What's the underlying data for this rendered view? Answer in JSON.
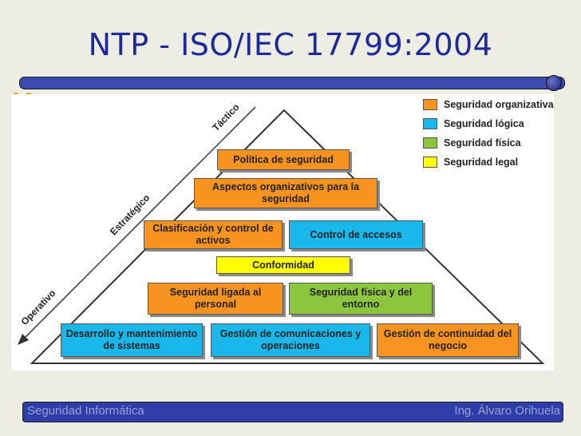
{
  "slide": {
    "title": "NTP - ISO/IEC 17799:2004",
    "footer_left": "Seguridad Informática",
    "footer_right": "Ing. Álvaro Orihuela"
  },
  "legend": [
    {
      "label": "Seguridad organizativa",
      "color": "#f7931e"
    },
    {
      "label": "Seguridad lógica",
      "color": "#1ab7ea"
    },
    {
      "label": "Seguridad física",
      "color": "#8cc63f"
    },
    {
      "label": "Seguridad legal",
      "color": "#ffff00"
    }
  ],
  "axis": {
    "tactico": "Táctico",
    "estrategico": "Estratégico",
    "operativo": "Operativo"
  },
  "boxes": {
    "politica": "Política de seguridad",
    "aspectos": "Aspectos organizativos para la seguridad",
    "clasificacion": "Clasificación y control de activos",
    "control_accesos": "Control de accesos",
    "conformidad": "Conformidad",
    "seguridad_personal": "Seguridad ligada al personal",
    "seguridad_fisica": "Seguridad física y del entorno",
    "desarrollo": "Desarrollo y mantenimiento de sistemas",
    "comunicaciones": "Gestión de comunicaciones y operaciones",
    "continuidad": "Gestión de continuidad del negocio"
  }
}
